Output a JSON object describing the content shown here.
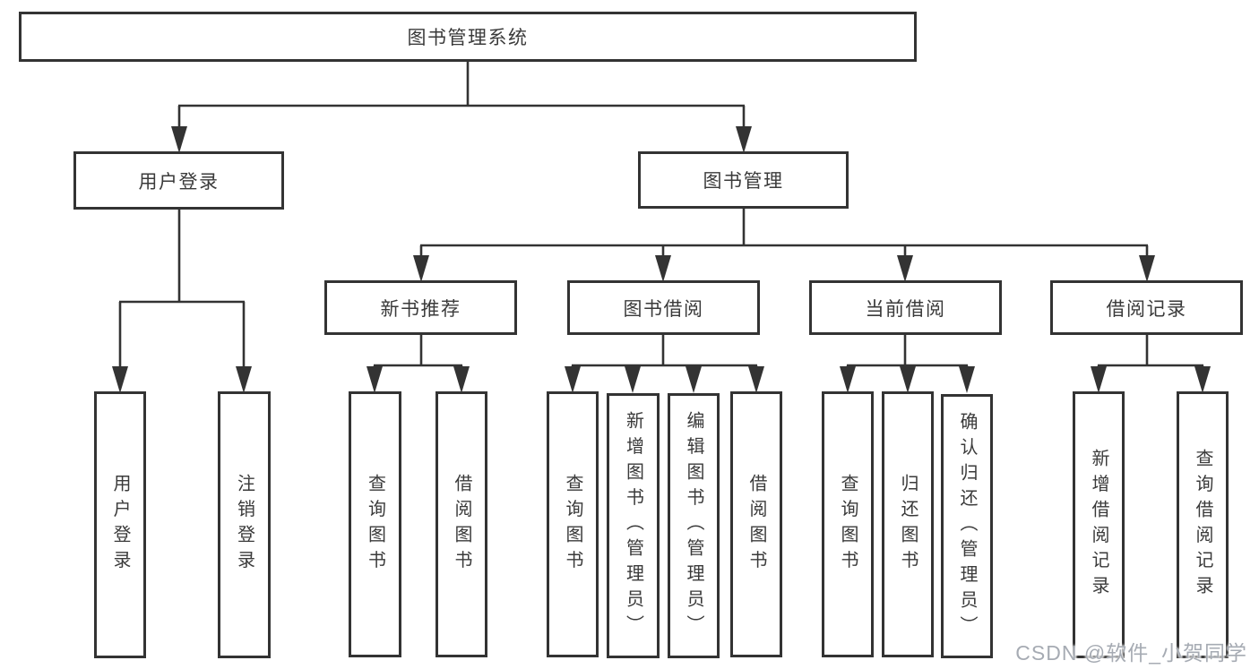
{
  "diagram": {
    "title_node": "图书管理系统",
    "nodes": [
      {
        "id": "root",
        "label": "图书管理系统"
      },
      {
        "id": "user-login",
        "label": "用户登录"
      },
      {
        "id": "book-management",
        "label": "图书管理"
      },
      {
        "id": "new-book-recommend",
        "label": "新书推荐"
      },
      {
        "id": "book-borrowing",
        "label": "图书借阅"
      },
      {
        "id": "current-borrowing",
        "label": "当前借阅"
      },
      {
        "id": "borrowing-records",
        "label": "借阅记录"
      },
      {
        "id": "leaf-user-login",
        "label": "用户登录"
      },
      {
        "id": "leaf-logout",
        "label": "注销登录"
      },
      {
        "id": "leaf-query-books-nbr",
        "label": "查询图书"
      },
      {
        "id": "leaf-borrow-books-nbr",
        "label": "借阅图书"
      },
      {
        "id": "leaf-query-books-bb",
        "label": "查询图书"
      },
      {
        "id": "leaf-add-book-admin",
        "label": "新增图书（管理员）"
      },
      {
        "id": "leaf-edit-book-admin",
        "label": "编辑图书（管理员）"
      },
      {
        "id": "leaf-borrow-books-bb",
        "label": "借阅图书"
      },
      {
        "id": "leaf-query-books-cb",
        "label": "查询图书"
      },
      {
        "id": "leaf-return-books",
        "label": "归还图书"
      },
      {
        "id": "leaf-confirm-return-admin",
        "label": "确认归还（管理员）"
      },
      {
        "id": "leaf-add-borrow-record",
        "label": "新增借阅记录"
      },
      {
        "id": "leaf-query-borrow-record",
        "label": "查询借阅记录"
      }
    ],
    "line_color": "#333333",
    "box_background": "#ffffff"
  },
  "watermark": {
    "text": "CSDN @软件_小贺同学",
    "color": "#a6abb3"
  }
}
